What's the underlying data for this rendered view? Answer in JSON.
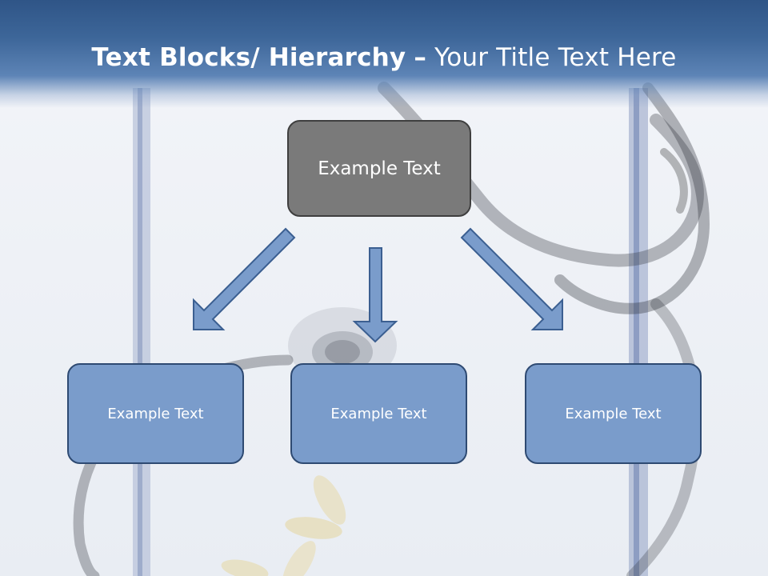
{
  "slide": {
    "title_bold": "Text Blocks/ Hierarchy",
    "title_dash": "–",
    "title_rest": "Your Title Text Here"
  },
  "diagram": {
    "top_box": "Example Text",
    "children": [
      "Example Text",
      "Example Text",
      "Example Text"
    ]
  },
  "colors": {
    "title_bar": "#3d6699",
    "top_box_fill": "#7a7a7a",
    "child_box_fill": "#7a9ccb",
    "child_box_border": "#2e4a72",
    "arrow_fill": "#7a9ccb"
  }
}
